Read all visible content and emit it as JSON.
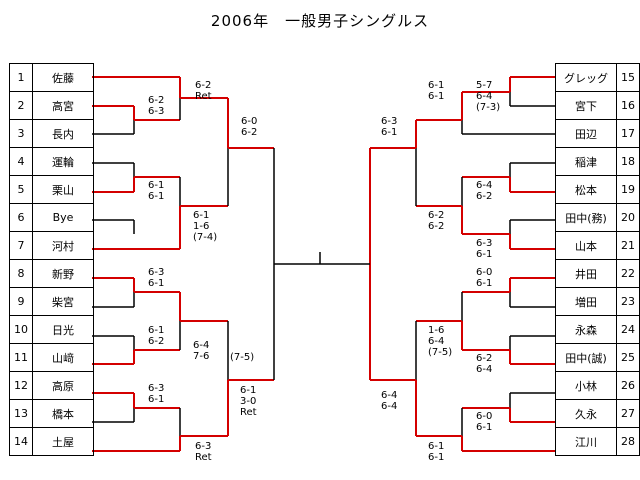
{
  "title": "2006年　一般男子シングルス",
  "colors": {
    "winner_line": "#d40000",
    "loser_line": "#000000"
  },
  "left_players": [
    {
      "seed": "1",
      "name": "佐藤"
    },
    {
      "seed": "2",
      "name": "高宮"
    },
    {
      "seed": "3",
      "name": "長内"
    },
    {
      "seed": "4",
      "name": "運輪"
    },
    {
      "seed": "5",
      "name": "栗山"
    },
    {
      "seed": "6",
      "name": "Bye"
    },
    {
      "seed": "7",
      "name": "河村"
    },
    {
      "seed": "8",
      "name": "新野"
    },
    {
      "seed": "9",
      "name": "柴宮"
    },
    {
      "seed": "10",
      "name": "日光"
    },
    {
      "seed": "11",
      "name": "山﨑"
    },
    {
      "seed": "12",
      "name": "高原"
    },
    {
      "seed": "13",
      "name": "橋本"
    },
    {
      "seed": "14",
      "name": "土屋"
    }
  ],
  "right_players": [
    {
      "seed": "15",
      "name": "グレッグ"
    },
    {
      "seed": "16",
      "name": "宮下"
    },
    {
      "seed": "17",
      "name": "田辺"
    },
    {
      "seed": "18",
      "name": "稲津"
    },
    {
      "seed": "19",
      "name": "松本"
    },
    {
      "seed": "20",
      "name": "田中(務)"
    },
    {
      "seed": "21",
      "name": "山本"
    },
    {
      "seed": "22",
      "name": "井田"
    },
    {
      "seed": "23",
      "name": "増田"
    },
    {
      "seed": "24",
      "name": "永森"
    },
    {
      "seed": "25",
      "name": "田中(誠)"
    },
    {
      "seed": "26",
      "name": "小林"
    },
    {
      "seed": "27",
      "name": "久永"
    },
    {
      "seed": "28",
      "name": "江川"
    }
  ],
  "scores": {
    "l_1_23": "6-2\n6-3",
    "l_1_45": "6-1\n6-1",
    "l_1_89": "6-3\n6-1",
    "l_1_1011": "6-1\n6-2",
    "l_1_1213": "6-3\n6-1",
    "l_2_top": "6-2\nRet",
    "l_2_67": "6-1\n1-6\n(7-4)",
    "l_2_bot": "6-3\nRet",
    "l_3_a": "6-0\n6-2",
    "l_3_b": "6-4\n7-6",
    "l_3_b_tb": "(7-5)",
    "l_4": "6-1\n3-0\nRet",
    "r_1_1516": "6-1\n6-1",
    "r_1_1516b": "5-7\n6-4\n(7-3)",
    "r_1_1819": "6-4\n6-2",
    "r_1_2021": "6-3\n6-1",
    "r_1_2223": "6-0\n6-1",
    "r_1_2425": "6-2\n6-4",
    "r_1_2627": "6-0\n6-1",
    "r_2_top": "6-3\n6-1",
    "r_2_mid": "6-2\n6-2",
    "r_2_low": "1-6\n6-4\n(7-5)",
    "r_2_bot": "6-1\n6-1",
    "r_4": "6-4\n6-4"
  }
}
